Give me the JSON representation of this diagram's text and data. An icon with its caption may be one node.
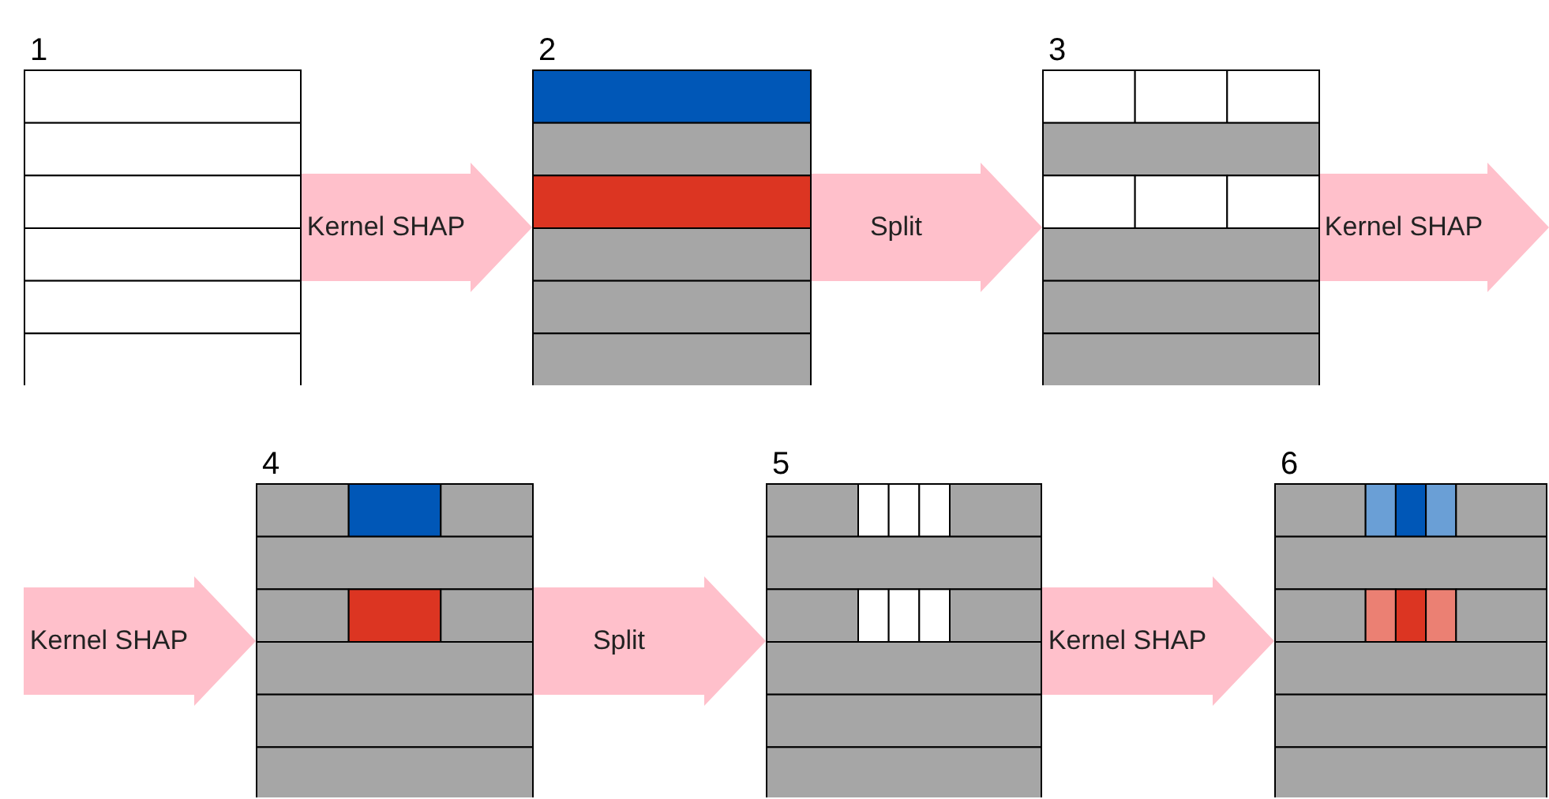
{
  "diagram": {
    "nodes": [
      {
        "text": [
          "1"
        ]
      },
      {
        "text": [
          "2"
        ]
      },
      {
        "text": [
          "3"
        ]
      },
      {
        "text": [
          "4"
        ]
      },
      {
        "text": [
          "5"
        ]
      },
      {
        "text": [
          "6"
        ]
      }
    ],
    "edges": [
      {
        "from": 0,
        "to": 1,
        "arrow": "to",
        "label": "Kernel SHAP"
      },
      {
        "from": 1,
        "to": 2,
        "arrow": "to",
        "label": "Split"
      },
      {
        "from": 2,
        "to": null,
        "arrow": "to",
        "label": "Kernel SHAP"
      },
      {
        "from": null,
        "to": 3,
        "arrow": "to",
        "label": "Kernel SHAP"
      },
      {
        "from": 3,
        "to": 4,
        "arrow": "to",
        "label": "Split"
      },
      {
        "from": 4,
        "to": 5,
        "arrow": "to",
        "label": "Kernel SHAP"
      }
    ]
  }
}
